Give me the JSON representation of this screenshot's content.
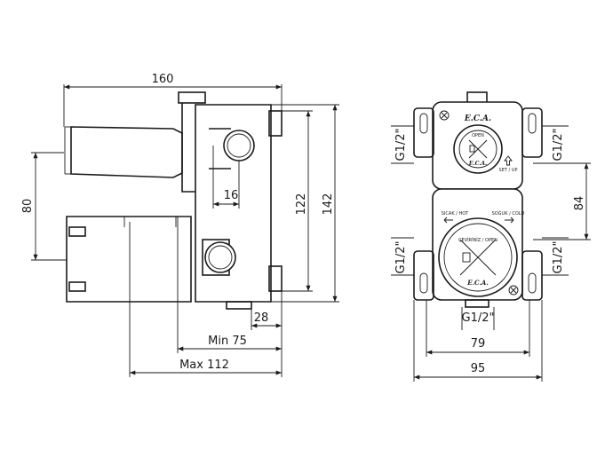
{
  "dimensions": {
    "overall_width": "160",
    "height_80": "80",
    "depth_16": "16",
    "height_122": "122",
    "height_142": "142",
    "offset_28": "28",
    "min_depth": "Min 75",
    "max_depth": "Max 112",
    "thread_top_left": "G1/2\"",
    "thread_top_right": "G1/2\"",
    "thread_mid_left": "G1/2\"",
    "thread_mid_right": "G1/2\"",
    "thread_bottom": "G1/2\"",
    "spacing_84": "84",
    "width_79": "79",
    "width_95": "95"
  },
  "labels": {
    "brand_top": "E.C.A.",
    "brand_bottom": "E.C.A.",
    "open_top": "OPEN",
    "set_up": "SET / UP",
    "hot": "SICAK / HOT",
    "cold": "SOĞUK / COLD",
    "turn_open": "ÇEVİRİNİZ / OPEN"
  }
}
